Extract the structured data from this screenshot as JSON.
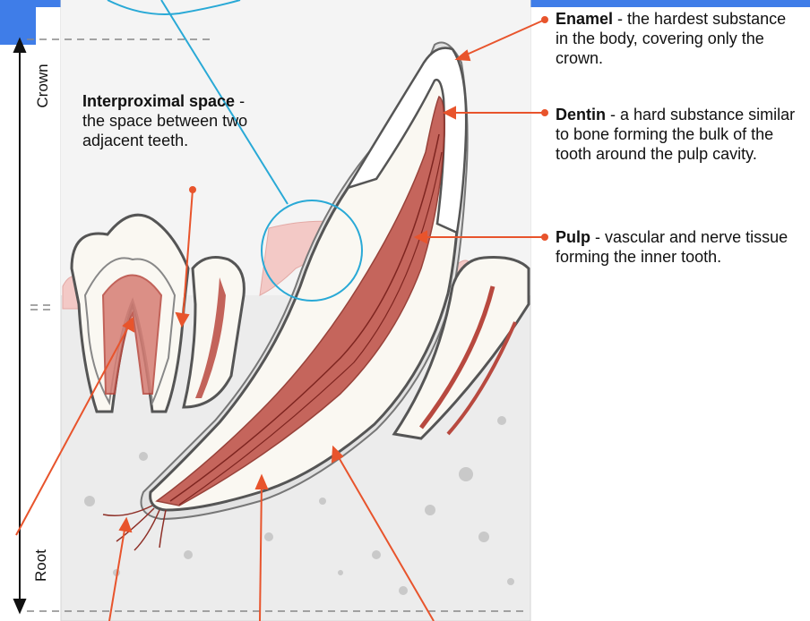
{
  "labels": {
    "enamel": {
      "term": "Enamel",
      "desc": " - the hardest substance in the body, covering only the crown."
    },
    "dentin": {
      "term": "Dentin",
      "desc": " - a hard substance similar to bone forming the bulk of the tooth around the pulp cavity."
    },
    "pulp": {
      "term": "Pulp",
      "desc": " - vascular and nerve tissue forming the inner tooth."
    },
    "interproximal": {
      "term": "Interproximal space",
      "desc": " - the space between two adjacent teeth."
    }
  },
  "axis": {
    "crown": "Crown",
    "root": "Root"
  },
  "colors": {
    "accent_bar": "#3f7de8",
    "pointer": "#e8542c",
    "callout_circle": "#29a9d6",
    "pulp": "#b8493f",
    "gum": "#f3c9c6",
    "bone": "#ececec",
    "enamel_outline": "#555555"
  }
}
